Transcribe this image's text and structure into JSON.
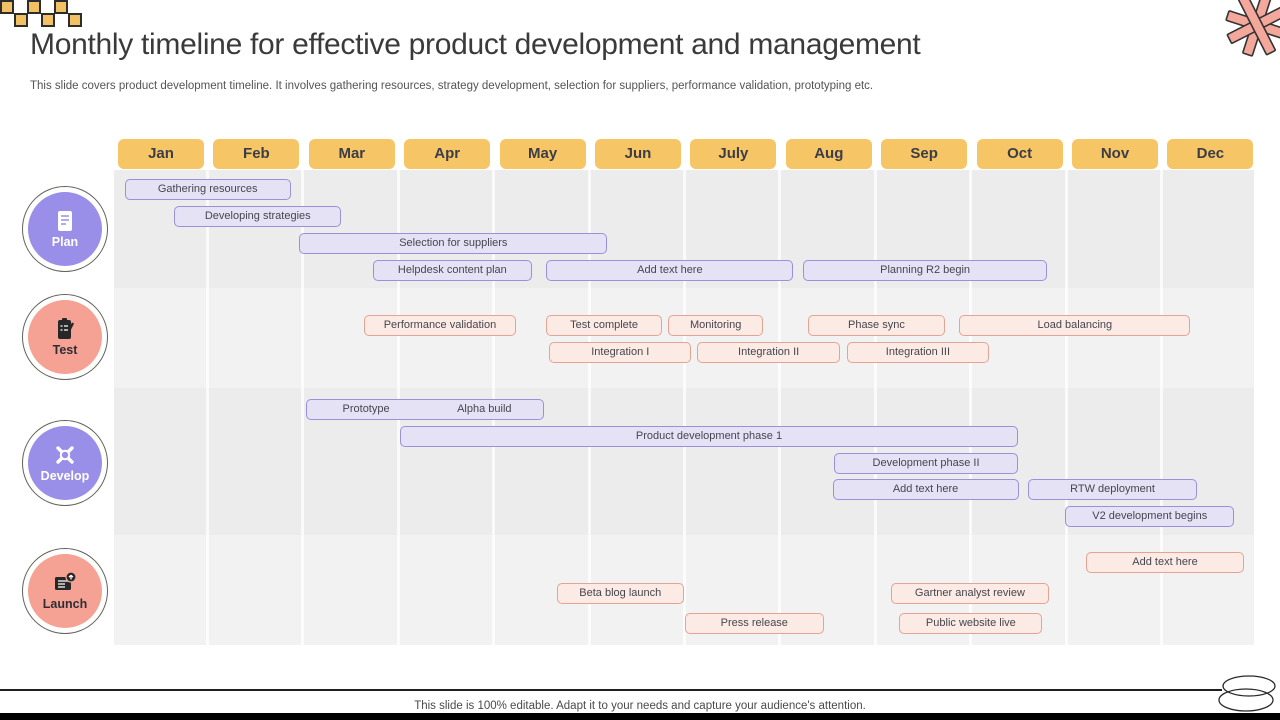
{
  "slide": {
    "title": "Monthly timeline for effective product development and management",
    "subtitle": "This slide covers product development timeline. It involves gathering resources, strategy development, selection for suppliers, performance validation, prototyping etc.",
    "footer": "This slide is 100% editable. Adapt it to your needs and capture your audience's attention."
  },
  "colors": {
    "month_header": "#f6c566",
    "purple_bar_fill": "#e5e2f6",
    "purple_bar_border": "#9a90dc",
    "salmon_bar_fill": "#fceae5",
    "salmon_bar_border": "#e5a493",
    "circle_purple": "#998fe8",
    "circle_salmon": "#f5a295",
    "band_dark": "#edeced",
    "band_light": "#f3f2f2",
    "accent_orange": "#f2c164",
    "accent_salmon": "#f4a79b"
  },
  "months": [
    "Jan",
    "Feb",
    "Mar",
    "Apr",
    "May",
    "Jun",
    "July",
    "Aug",
    "Sep",
    "Oct",
    "Nov",
    "Dec"
  ],
  "phases": [
    {
      "label": "Plan",
      "color": "purple",
      "icon": "document-icon"
    },
    {
      "label": "Test",
      "color": "salmon",
      "icon": "clipboard-icon"
    },
    {
      "label": "Develop",
      "color": "purple",
      "icon": "gear-icon"
    },
    {
      "label": "Launch",
      "color": "salmon",
      "icon": "launch-window-icon"
    }
  ],
  "chart_data": {
    "type": "bar",
    "variant": "gantt-monthly-timeline",
    "title": "Monthly timeline for effective product development and management",
    "x_unit": "months, 0 = start of Jan, 12 = end of Dec",
    "categories": [
      "Jan",
      "Feb",
      "Mar",
      "Apr",
      "May",
      "Jun",
      "July",
      "Aug",
      "Sep",
      "Oct",
      "Nov",
      "Dec"
    ],
    "legend_position": "left-phase-circles",
    "grid": true,
    "rows": [
      {
        "phase": "Plan",
        "color": "purple",
        "tasks": [
          {
            "label": "Gathering resources",
            "start": 0.07,
            "end": 1.81,
            "lane": 0
          },
          {
            "label": "Developing strategies",
            "start": 0.59,
            "end": 2.34,
            "lane": 1
          },
          {
            "label": "Selection for suppliers",
            "start": 1.9,
            "end": 5.13,
            "lane": 2
          },
          {
            "label": "Helpdesk content plan",
            "start": 2.67,
            "end": 4.34,
            "lane": 3
          },
          {
            "label": "Add text here",
            "start": 4.49,
            "end": 7.08,
            "lane": 3
          },
          {
            "label": "Planning R2 begin",
            "start": 7.18,
            "end": 9.74,
            "lane": 3
          }
        ]
      },
      {
        "phase": "Test",
        "color": "salmon",
        "tasks": [
          {
            "label": "Performance validation",
            "start": 2.58,
            "end": 4.17,
            "lane": 0
          },
          {
            "label": "Test complete",
            "start": 4.49,
            "end": 5.7,
            "lane": 0
          },
          {
            "label": "Monitoring",
            "start": 5.77,
            "end": 6.76,
            "lane": 0
          },
          {
            "label": "Phase sync",
            "start": 7.23,
            "end": 8.67,
            "lane": 0
          },
          {
            "label": "Load balancing",
            "start": 8.82,
            "end": 11.24,
            "lane": 0
          },
          {
            "label": "Integration I",
            "start": 4.52,
            "end": 6.01,
            "lane": 1
          },
          {
            "label": "Integration II",
            "start": 6.07,
            "end": 7.57,
            "lane": 1
          },
          {
            "label": "Integration III",
            "start": 7.64,
            "end": 9.13,
            "lane": 1
          }
        ]
      },
      {
        "phase": "Develop",
        "color": "purple",
        "tasks": [
          {
            "labels": [
              "Prototype",
              "Alpha build"
            ],
            "start": 1.97,
            "end": 4.47,
            "lane": 0
          },
          {
            "label": "Product development phase 1",
            "start": 2.96,
            "end": 9.43,
            "lane": 1
          },
          {
            "label": "Development phase II",
            "start": 7.51,
            "end": 9.43,
            "lane": 2
          },
          {
            "label": "Add text here",
            "start": 7.49,
            "end": 9.44,
            "lane": 3
          },
          {
            "label": "RTW deployment",
            "start": 9.54,
            "end": 11.31,
            "lane": 3
          },
          {
            "label": "V2 development begins",
            "start": 9.93,
            "end": 11.7,
            "lane": 4
          }
        ]
      },
      {
        "phase": "Launch",
        "color": "salmon",
        "tasks": [
          {
            "label": "Add text here",
            "start": 10.15,
            "end": 11.8,
            "lane": 0
          },
          {
            "label": "Beta blog launch",
            "start": 4.6,
            "end": 5.93,
            "lane": 1
          },
          {
            "label": "Gartner analyst review",
            "start": 8.1,
            "end": 9.76,
            "lane": 1
          },
          {
            "label": "Press release",
            "start": 5.94,
            "end": 7.4,
            "lane": 2
          },
          {
            "label": "Public website live",
            "start": 8.19,
            "end": 9.69,
            "lane": 2
          }
        ]
      }
    ]
  }
}
